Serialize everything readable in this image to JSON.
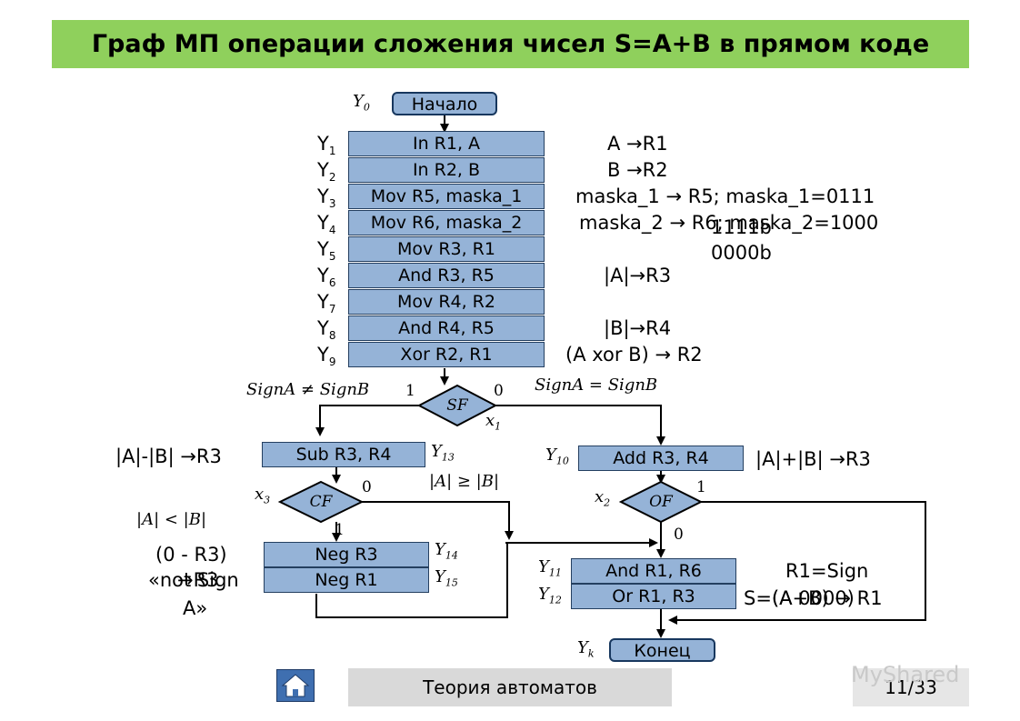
{
  "title": "Граф МП операции сложения чисел S=A+B в прямом коде",
  "start": {
    "label": "Начало",
    "y_label": "Y",
    "y_sub": "0"
  },
  "end": {
    "label": "Конец",
    "y_label": "Y",
    "y_sub": "k"
  },
  "steps": [
    {
      "y": "Y",
      "sub": "1",
      "op": "In R1, A",
      "note": "A →R1"
    },
    {
      "y": "Y",
      "sub": "2",
      "op": "In R2, B",
      "note": "B →R2"
    },
    {
      "y": "Y",
      "sub": "3",
      "op": "Mov R5, maska_1",
      "note": "maska_1 → R5; maska_1=0111"
    },
    {
      "y": "Y",
      "sub": "4",
      "op": "Mov R6, maska_2",
      "note": "maska_2 → R6; maska_2=1000"
    },
    {
      "y": "Y",
      "sub": "5",
      "op": "Mov R3, R1",
      "note": ""
    },
    {
      "y": "Y",
      "sub": "6",
      "op": "And R3, R5",
      "note": "|A|→R3"
    },
    {
      "y": "Y",
      "sub": "7",
      "op": "Mov R4, R2",
      "note": ""
    },
    {
      "y": "Y",
      "sub": "8",
      "op": "And R4, R5",
      "note": "|B|→R4"
    },
    {
      "y": "Y",
      "sub": "9",
      "op": "Xor R2, R1",
      "note": "(A xor B) → R2"
    }
  ],
  "extra_notes": {
    "mask1_tail": "1111b",
    "mask2_tail": "0000b"
  },
  "decision_sf": {
    "label": "SF",
    "x": "x",
    "x_sub": "1",
    "left_cond": "SignA  ≠  SignB",
    "right_cond": "SignA  =  SignB",
    "left_val": "1",
    "right_val": "0"
  },
  "sub_block": {
    "op": "Sub R3, R4",
    "y": "Y",
    "y_sub": "13",
    "note": "|A|-|B| →R3"
  },
  "add_block": {
    "op": "Add R3, R4",
    "y": "Y",
    "y_sub": "10",
    "note": "|A|+|B| →R3"
  },
  "decision_cf": {
    "label": "CF",
    "x": "x",
    "x_sub": "3",
    "zero": "0",
    "one": "1",
    "ge_cond": "|A| ≥ |B|",
    "lt_cond": "|A| < |B|"
  },
  "decision_of": {
    "label": "OF",
    "x": "x",
    "x_sub": "2",
    "zero": "0",
    "one": "1"
  },
  "neg_blocks": [
    {
      "op": "Neg R3",
      "y": "Y",
      "y_sub": "14"
    },
    {
      "op": "Neg R1",
      "y": "Y",
      "y_sub": "15"
    }
  ],
  "neg_notes": {
    "line1": "(0 - R3)",
    "line2": "«not Sign",
    "line2_overlay": "→R3",
    "line3": "A»"
  },
  "result_blocks": [
    {
      "op": "And R1, R6",
      "y": "Y",
      "y_sub": "11"
    },
    {
      "op": "Or R1, R3",
      "y": "Y",
      "y_sub": "12"
    }
  ],
  "result_notes": {
    "line1": "R1=Sign",
    "line2": "(A 0000)",
    "line2_overlay": "S=(A+B) → R1"
  },
  "footer": {
    "course": "Теория автоматов",
    "page": "11/33"
  },
  "watermark": "MyShared"
}
